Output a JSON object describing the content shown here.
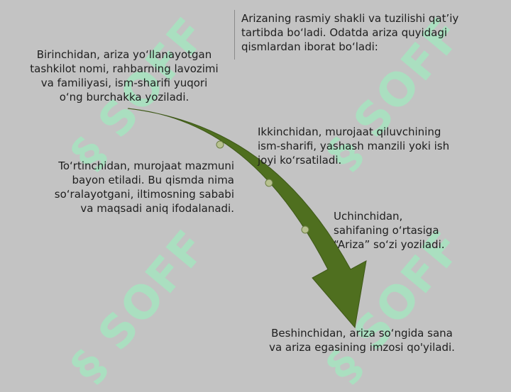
{
  "intro": "Arizaning rasmiy shakli va tuzilishi qat’iy tartibda bo‘ladi. Odatda ariza quyidagi qismlardan iborat bo‘ladi:",
  "steps": {
    "first": "Birinchidan, ariza yo‘llanayotgan tashkilot nomi, rahbarning lavozimi va familiyasi, ism-sharifi yuqori o‘ng burchakka yoziladi.",
    "second": "Ikkinchidan, murojaat qiluvchining ism-sharifi, yashash manzili yoki ish joyi ko‘rsatiladi.",
    "third": "Uchinchidan, sahifaning o‘rtasiga “Ariza” so‘zi yoziladi.",
    "fourth": "To‘rtinchidan, murojaat mazmuni bayon etiladi. Bu qismda nima so‘ralayotgani, iltimosning sababi va maqsadi aniq ifodalanadi.",
    "fifth": "Beshinchidan, ariza so‘ngida sana va ariza egasining imzosi qo'yiladi."
  },
  "watermark": "SOFF",
  "colors": {
    "background": "#c3c3c3",
    "arrow": "#4f6f1f",
    "dot": "#b7c18f",
    "watermark": "#96f5be"
  }
}
